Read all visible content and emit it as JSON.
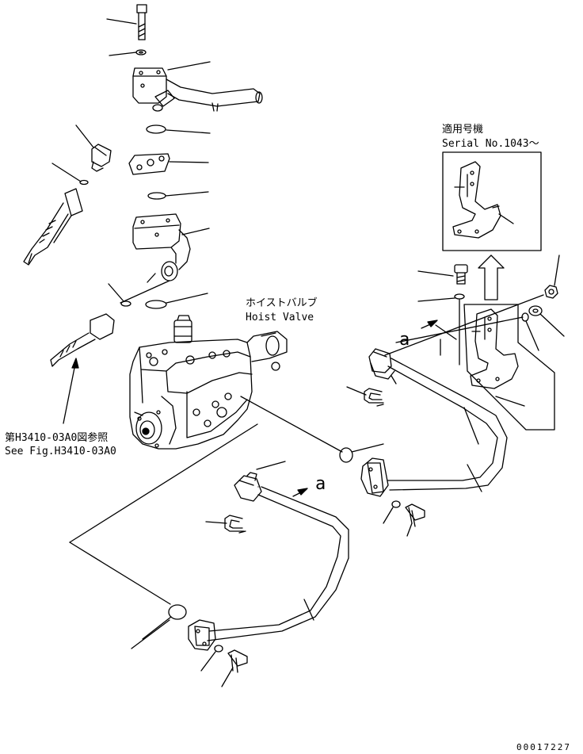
{
  "hoist_valve": {
    "label_jp": "ホイストバルブ",
    "label_en": "Hoist Valve"
  },
  "applicable_serial": {
    "label_jp": "適用号機",
    "label_en": "Serial No.1043〜"
  },
  "reference": {
    "label_jp": "第H3410-03A0図参照",
    "label_en": "See Fig.H3410-03A0"
  },
  "view_marks": [
    "a",
    "a"
  ],
  "drawing_number": "00017227",
  "colors": {
    "line": "#000000",
    "background": "#ffffff"
  }
}
